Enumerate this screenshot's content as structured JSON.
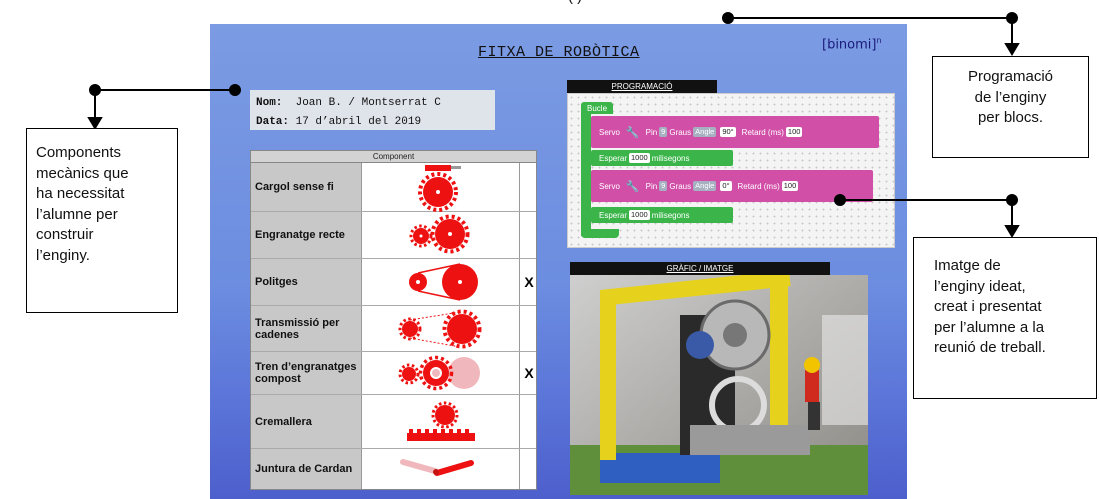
{
  "top_fragment": "(                         )",
  "sheet": {
    "title": "FITXA DE ROBÒTICA",
    "logo": "[binomi]",
    "logo_sup": "n",
    "name_label": "Nom:",
    "name_value": "Joan B. /  Montserrat C",
    "date_label": "Data:",
    "date_value": "17 d’abril del 2019"
  },
  "components": {
    "header": "Component",
    "rows": [
      {
        "name": "Cargol sense fi",
        "icon": "worm-gear-icon",
        "mark": ""
      },
      {
        "name": "Engranatge recte",
        "icon": "spur-gear-icon",
        "mark": ""
      },
      {
        "name": "Politges",
        "icon": "pulley-icon",
        "mark": "X"
      },
      {
        "name": "Transmissió per cadenes",
        "icon": "chain-drive-icon",
        "mark": ""
      },
      {
        "name": "Tren d’engranatges compost",
        "icon": "compound-gear-train-icon",
        "mark": "X"
      },
      {
        "name": "Cremallera",
        "icon": "rack-pinion-icon",
        "mark": ""
      },
      {
        "name": "Juntura de Cardan",
        "icon": "cardan-joint-icon",
        "mark": ""
      }
    ]
  },
  "programming": {
    "label": "PROGRAMACIÓ",
    "loop": "Bucle",
    "servo1": {
      "servo": "Servo",
      "pin": "Pin",
      "pin_val": "9",
      "graus": "Graus",
      "angle": "Angle",
      "angle_val": "90°",
      "retard": "Retard (ms)",
      "retard_val": "100"
    },
    "wait1": {
      "label": "Esperar",
      "value": "1000",
      "unit": "milisegons"
    },
    "servo2": {
      "servo": "Servo",
      "pin": "Pin",
      "pin_val": "9",
      "graus": "Graus",
      "angle": "Angle",
      "angle_val": "0°",
      "retard": "Retard (ms)",
      "retard_val": "100"
    },
    "wait2": {
      "label": "Esperar",
      "value": "1000",
      "unit": "milisegons"
    }
  },
  "image_panel": {
    "label": "GRÀFIC / IMATGE"
  },
  "callouts": {
    "left": [
      "Components",
      "mecànics que",
      "ha necessitat",
      "l’alumne per",
      "construir",
      "l’enginy."
    ],
    "top_right": [
      "Programació",
      "de l’enginy",
      "per blocs."
    ],
    "bottom_right": [
      "Imatge de",
      "l’enginy ideat,",
      "creat i presentat",
      "per l’alumne a la",
      "reunió de treball."
    ]
  },
  "colors": {
    "servo_block": "#d24fa8",
    "wait_block": "#3bb54a",
    "gear_red": "#ee1111"
  }
}
